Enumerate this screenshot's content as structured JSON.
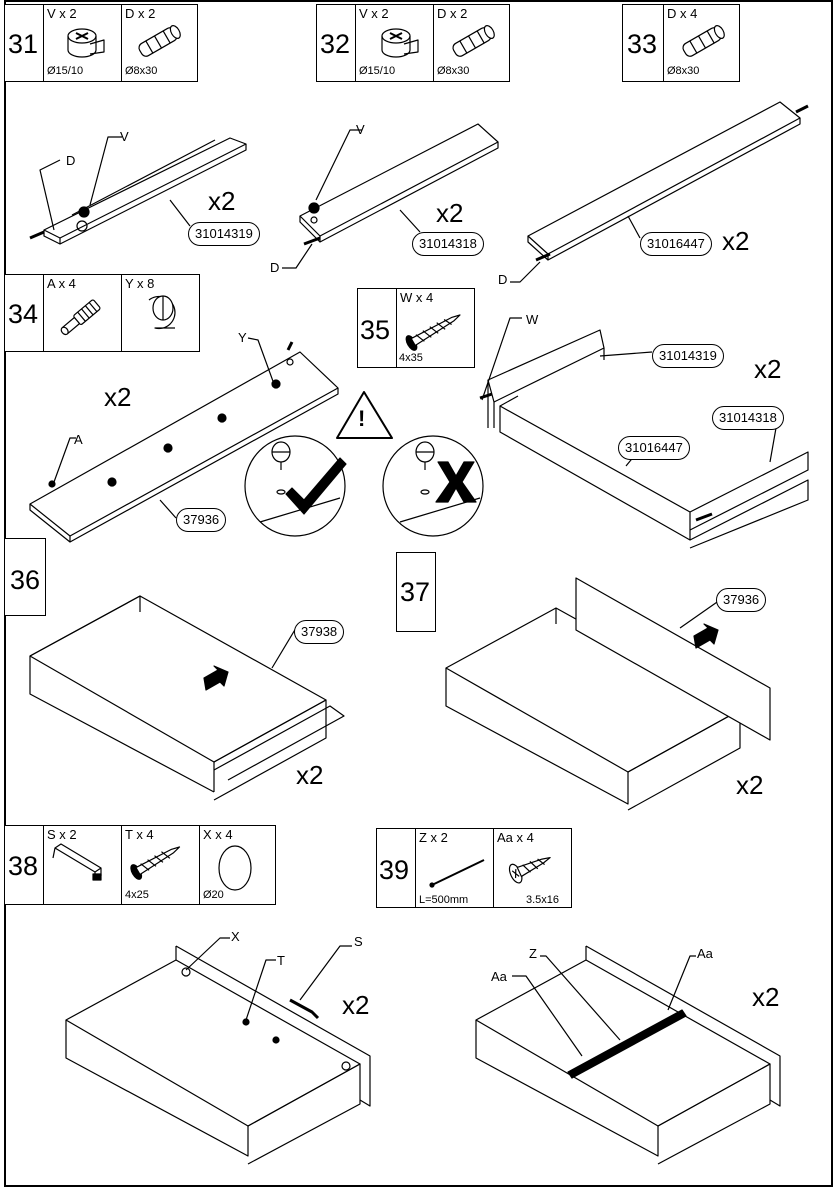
{
  "steps": [
    {
      "number": "31",
      "parts": [
        {
          "label": "V x 2",
          "dim": "Ø15/10",
          "icon": "cam-lock-icon"
        },
        {
          "label": "D x 2",
          "dim": "Ø8x30",
          "icon": "dowel-icon"
        }
      ],
      "callout": "31014319",
      "qty": "x2",
      "letters": [
        "D",
        "V"
      ]
    },
    {
      "number": "32",
      "parts": [
        {
          "label": "V x 2",
          "dim": "Ø15/10",
          "icon": "cam-lock-icon"
        },
        {
          "label": "D x 2",
          "dim": "Ø8x30",
          "icon": "dowel-icon"
        }
      ],
      "callout": "31014318",
      "qty": "x2",
      "letters": [
        "V",
        "D"
      ]
    },
    {
      "number": "33",
      "parts": [
        {
          "label": "D x 4",
          "dim": "Ø8x30",
          "icon": "dowel-icon"
        }
      ],
      "callout": "31016447",
      "qty": "x2",
      "letters": [
        "D"
      ]
    },
    {
      "number": "34",
      "parts": [
        {
          "label": "A x 4",
          "icon": "cam-bolt-icon"
        },
        {
          "label": "Y x 8",
          "icon": "plastic-plug-icon"
        }
      ],
      "callout": "37936",
      "qty": "x2",
      "letters": [
        "Y",
        "A"
      ]
    },
    {
      "number": "35",
      "parts": [
        {
          "label": "W x 4",
          "dim": "4x35",
          "icon": "screw-icon"
        }
      ],
      "callouts": [
        "31014319",
        "31016447",
        "31014318"
      ],
      "qty": "x2",
      "letters": [
        "W"
      ]
    },
    {
      "number": "36",
      "callout": "37938",
      "qty": "x2"
    },
    {
      "number": "37",
      "callout": "37936",
      "qty": "x2"
    },
    {
      "number": "38",
      "parts": [
        {
          "label": "S x 2",
          "icon": "handle-icon"
        },
        {
          "label": "T x 4",
          "dim": "4x25",
          "icon": "screw-icon"
        },
        {
          "label": "X x 4",
          "dim": "Ø20",
          "icon": "cover-cap-icon"
        }
      ],
      "qty": "x2",
      "letters": [
        "X",
        "T",
        "S"
      ]
    },
    {
      "number": "39",
      "parts": [
        {
          "label": "Z x 2",
          "dim": "L=500mm",
          "icon": "rod-icon"
        },
        {
          "label": "Aa x 4",
          "dim": "3.5x16",
          "icon": "screw-icon"
        }
      ],
      "qty": "x2",
      "letters": [
        "Z",
        "Aa",
        "Aa"
      ]
    }
  ],
  "warning": {
    "symbol": "!",
    "correct": "check-icon",
    "wrong": "X"
  }
}
